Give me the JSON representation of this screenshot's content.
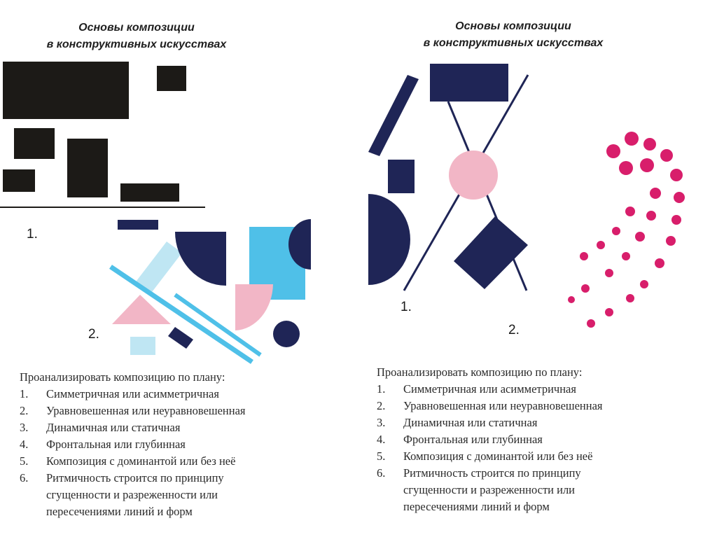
{
  "left": {
    "title_line1": "Основы композиции",
    "title_line2": "в конструктивных искусствах",
    "label_1": "1.",
    "label_2": "2."
  },
  "right": {
    "title_line1": "Основы композиции",
    "title_line2": "в конструктивных искусствах",
    "label_1": "1.",
    "label_2": "2."
  },
  "plan": {
    "intro": "Проанализировать композицию по плану:",
    "items": [
      {
        "num": "1.",
        "text": "Симметричная или асимметричная"
      },
      {
        "num": "2.",
        "text": "Уравновешенная или неуравновешенная"
      },
      {
        "num": "3.",
        "text": "Динамичная или статичная"
      },
      {
        "num": "4.",
        "text": "Фронтальная или глубинная"
      },
      {
        "num": "5.",
        "text": "Композиция с доминантой или без неё"
      },
      {
        "num": "6.",
        "text": "Ритмичность строится по принципу сгущенности и разреженности или пересечениями линий и форм"
      }
    ]
  },
  "colors": {
    "black": "#1c1a17",
    "navy": "#1f2556",
    "light_blue": "#4fc0e8",
    "pale_blue": "#bfe6f3",
    "pink": "#f2b6c6",
    "magenta": "#d81e6b"
  }
}
